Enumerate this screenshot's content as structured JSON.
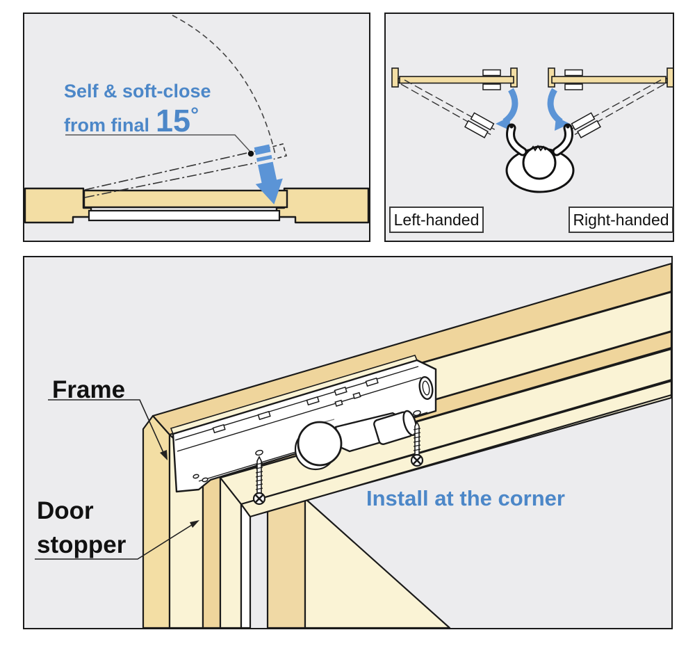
{
  "colors": {
    "panel_bg": "#ECECEE",
    "outline": "#1A1A1A",
    "wood": "#F3DEA4",
    "wood_dark": "#EFD59C",
    "wood_light": "#FAF3D5",
    "blue_text": "#4C87C8",
    "blue_arrow": "#5B94D6",
    "metal_white": "#FFFFFF"
  },
  "panel_self_close": {
    "caption_line1": "Self & soft-close",
    "caption_line2_prefix": "from final",
    "caption_angle": "15",
    "caption_degree": "°"
  },
  "panel_handedness": {
    "label_left": "Left-handed",
    "label_right": "Right-handed"
  },
  "panel_install": {
    "label_frame": "Frame",
    "label_door_stopper_line1": "Door",
    "label_door_stopper_line2": "stopper",
    "caption_install": "Install at the corner"
  },
  "icons": {
    "soft_close_arrow": "thick blue down arrow with stripes",
    "swing_arrow": "curved blue arrow",
    "door_swing_arc": "dashed arc",
    "person_top_view": "overhead person reaching for door",
    "door_closer_mechanism": "metal closer channel with cam roller and damper arm",
    "mounting_screw": "countersunk screw pointing up",
    "leader_arrow": "thin black leader line with arrowhead"
  }
}
